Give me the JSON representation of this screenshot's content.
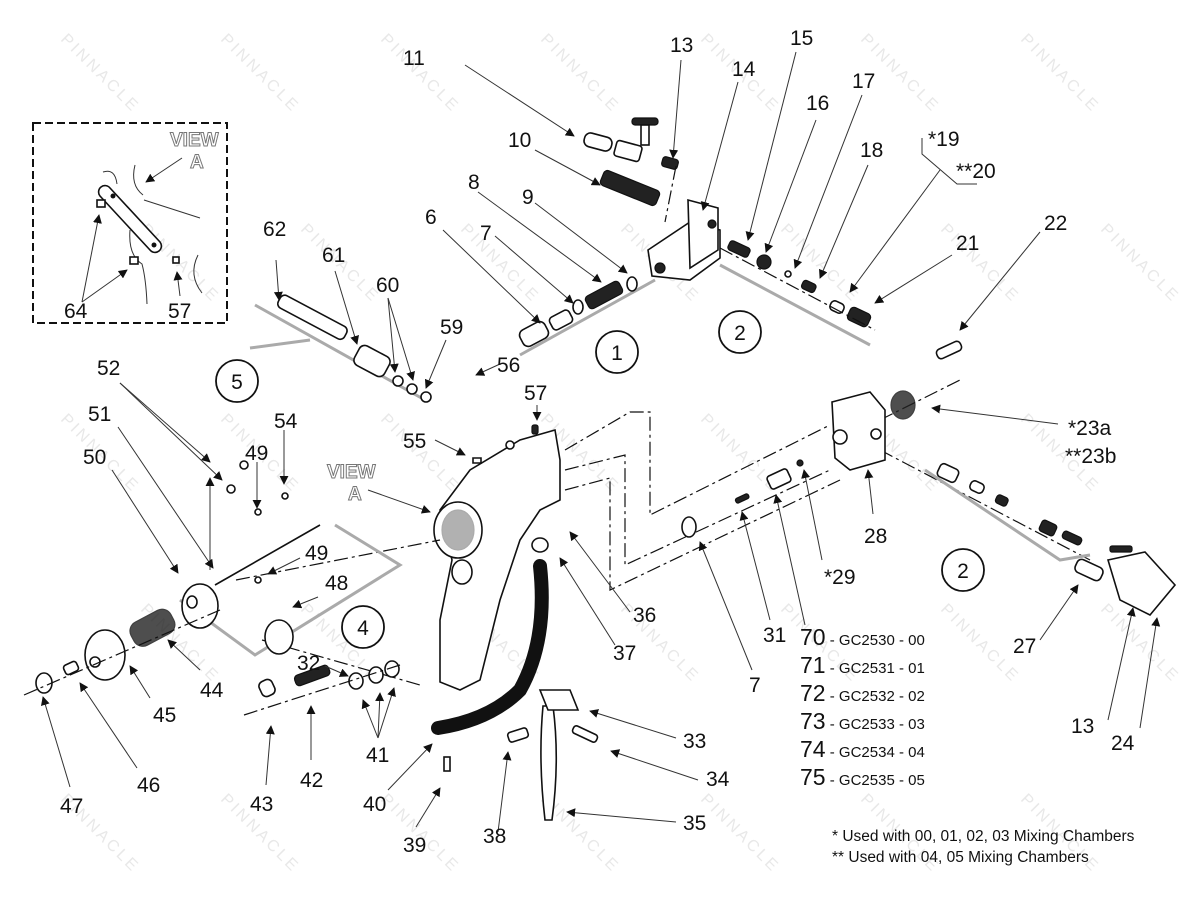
{
  "diagram": {
    "title": "Spray Gun Exploded Parts Diagram",
    "watermark": "PINNACLE",
    "view_label": {
      "line1": "VIEW",
      "line2": "A"
    },
    "inset": {
      "labels": [
        "64",
        "57"
      ],
      "view_line1": "VIEW",
      "view_line2": "A"
    },
    "callouts": [
      {
        "id": "c11",
        "text": "11"
      },
      {
        "id": "c13a",
        "text": "13"
      },
      {
        "id": "c14",
        "text": "14"
      },
      {
        "id": "c15",
        "text": "15"
      },
      {
        "id": "c16",
        "text": "16"
      },
      {
        "id": "c17",
        "text": "17"
      },
      {
        "id": "c18",
        "text": "18"
      },
      {
        "id": "c19",
        "text": "*19"
      },
      {
        "id": "c20",
        "text": "**20"
      },
      {
        "id": "c21",
        "text": "21"
      },
      {
        "id": "c22",
        "text": "22"
      },
      {
        "id": "c10",
        "text": "10"
      },
      {
        "id": "c8",
        "text": "8"
      },
      {
        "id": "c9",
        "text": "9"
      },
      {
        "id": "c6",
        "text": "6"
      },
      {
        "id": "c7a",
        "text": "7"
      },
      {
        "id": "c62",
        "text": "62"
      },
      {
        "id": "c61",
        "text": "61"
      },
      {
        "id": "c60",
        "text": "60"
      },
      {
        "id": "c59",
        "text": "59"
      },
      {
        "id": "c56",
        "text": "56"
      },
      {
        "id": "c57",
        "text": "57"
      },
      {
        "id": "c55",
        "text": "55"
      },
      {
        "id": "c52",
        "text": "52"
      },
      {
        "id": "c51",
        "text": "51"
      },
      {
        "id": "c50",
        "text": "50"
      },
      {
        "id": "c49a",
        "text": "49"
      },
      {
        "id": "c54",
        "text": "54"
      },
      {
        "id": "c49b",
        "text": "49"
      },
      {
        "id": "c48",
        "text": "48"
      },
      {
        "id": "c44",
        "text": "44"
      },
      {
        "id": "c45",
        "text": "45"
      },
      {
        "id": "c46",
        "text": "46"
      },
      {
        "id": "c47",
        "text": "47"
      },
      {
        "id": "c43",
        "text": "43"
      },
      {
        "id": "c42",
        "text": "42"
      },
      {
        "id": "c41",
        "text": "41"
      },
      {
        "id": "c32",
        "text": "32"
      },
      {
        "id": "c40",
        "text": "40"
      },
      {
        "id": "c39",
        "text": "39"
      },
      {
        "id": "c38",
        "text": "38"
      },
      {
        "id": "c36",
        "text": "36"
      },
      {
        "id": "c37",
        "text": "37"
      },
      {
        "id": "c33",
        "text": "33"
      },
      {
        "id": "c34",
        "text": "34"
      },
      {
        "id": "c35",
        "text": "35"
      },
      {
        "id": "c7b",
        "text": "7"
      },
      {
        "id": "c31",
        "text": "31"
      },
      {
        "id": "c29",
        "text": "*29"
      },
      {
        "id": "c28",
        "text": "28"
      },
      {
        "id": "c23a",
        "text": "*23a"
      },
      {
        "id": "c23b",
        "text": "**23b"
      },
      {
        "id": "c27",
        "text": "27"
      },
      {
        "id": "c13b",
        "text": "13"
      },
      {
        "id": "c24",
        "text": "24"
      }
    ],
    "groups": [
      {
        "id": "g1",
        "text": "1"
      },
      {
        "id": "g2a",
        "text": "2"
      },
      {
        "id": "g2b",
        "text": "2"
      },
      {
        "id": "g4",
        "text": "4"
      },
      {
        "id": "g5",
        "text": "5"
      }
    ],
    "mixing_chambers": [
      {
        "item": "70",
        "part": "GC2530",
        "size": "00"
      },
      {
        "item": "71",
        "part": "GC2531",
        "size": "01"
      },
      {
        "item": "72",
        "part": "GC2532",
        "size": "02"
      },
      {
        "item": "73",
        "part": "GC2533",
        "size": "03"
      },
      {
        "item": "74",
        "part": "GC2534",
        "size": "04"
      },
      {
        "item": "75",
        "part": "GC2535",
        "size": "05"
      }
    ],
    "notes": [
      "* Used with 00, 01, 02, 03 Mixing Chambers",
      "** Used with 04, 05 Mixing Chambers"
    ]
  }
}
